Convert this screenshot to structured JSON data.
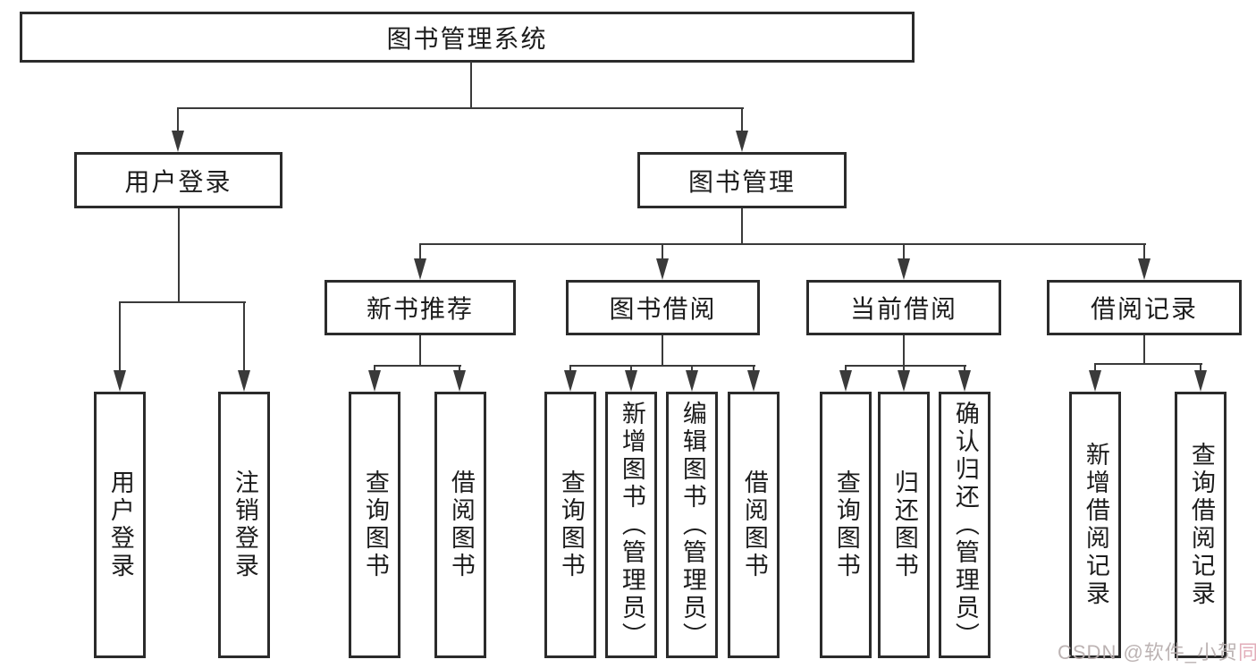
{
  "nodes": {
    "root": "图书管理系统",
    "user_login": "用户登录",
    "book_mgmt": "图书管理",
    "new_books": "新书推荐",
    "book_borrow": "图书借阅",
    "current_borrow": "当前借阅",
    "borrow_records": "借阅记录",
    "leaves": {
      "login": "用户登录",
      "logout": "注销登录",
      "nb_query": "查询图书",
      "nb_borrow": "借阅图书",
      "bb_query": "查询图书",
      "bb_add": "新增图书（管理员）",
      "bb_edit": "编辑图书（管理员）",
      "bb_borrow": "借阅图书",
      "cb_query": "查询图书",
      "cb_return": "归还图书",
      "cb_confirm": "确认归还（管理员）",
      "br_add": "新增借阅记录",
      "br_query": "查询借阅记录"
    }
  },
  "watermark": {
    "gray": "CSDN @软件_小贺",
    "pink": "同学"
  },
  "colors": {
    "background": "#ffffff",
    "box_border": "#2b2b2b",
    "connector_line": "#3a3a3a",
    "text": "#1c1c1c",
    "watermark_gray": "#b6adad",
    "watermark_pink": "#dfa6b3"
  }
}
